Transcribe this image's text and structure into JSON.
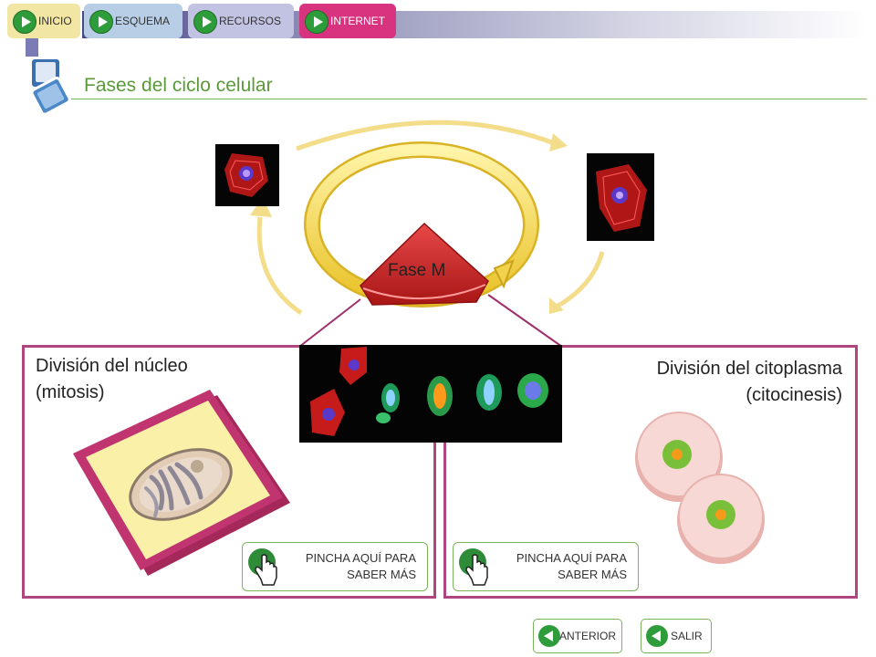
{
  "nav": {
    "inicio": "INICIO",
    "esquema": "ESQUEMA",
    "recursos": "RECURSOS",
    "internet": "INTERNET"
  },
  "page": {
    "title": "Fases del ciclo celular"
  },
  "cycle": {
    "phase_label": "Fase M"
  },
  "panels": {
    "left": {
      "title_line1": "División del núcleo",
      "title_line2": "(mitosis)"
    },
    "right": {
      "title_line1": "División del citoplasma",
      "title_line2": "(citocinesis)"
    }
  },
  "more_button": {
    "line1": "PINCHA AQUÍ PARA",
    "line2": "SABER MÁS"
  },
  "footer": {
    "anterior": "ANTERIOR",
    "salir": "SALIR"
  },
  "colors": {
    "panel_border": "#b0467f",
    "title_green": "#5a9a3a",
    "internet_tab": "#d8337e",
    "phase_red": "#d42a2a",
    "cycle_yellow": "#f5dc5a"
  }
}
